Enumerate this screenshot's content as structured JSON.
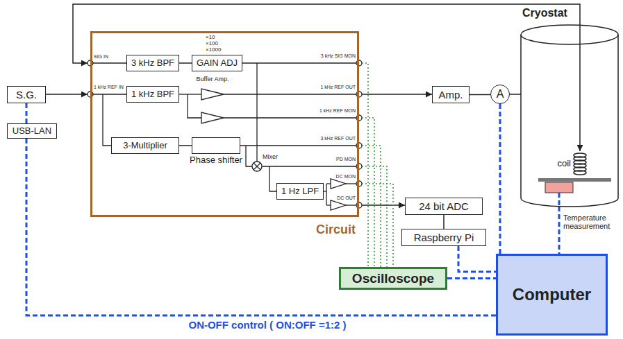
{
  "diagram": {
    "nodes": [
      {
        "text": [
          "Circuit"
        ]
      },
      {
        "text": [
          "3 kHz BPF"
        ],
        "in": 0
      },
      {
        "text": [
          "GAIN ADJ"
        ],
        "in": 0
      },
      {
        "text": [
          "1 kHz BPF"
        ],
        "in": 0
      },
      {
        "text": [
          "3-Multiplier"
        ],
        "in": 0
      },
      {
        "text": [
          "Phase shifter"
        ],
        "in": 0
      },
      {
        "text": [
          "1 Hz LPF"
        ],
        "in": 0
      },
      {
        "text": [
          "S.G."
        ]
      },
      {
        "text": [
          "USB-LAN"
        ]
      },
      {
        "text": [
          "Amp."
        ]
      },
      {
        "text": [
          "A"
        ]
      },
      {
        "text": [
          "Cryostat"
        ]
      },
      {
        "text": [
          "24 bit ADC"
        ]
      },
      {
        "text": [
          "Raspberry Pi"
        ]
      },
      {
        "text": [
          "Oscilloscope"
        ]
      },
      {
        "text": [
          "Computer"
        ]
      }
    ],
    "edges": [
      {
        "from": 7,
        "to": 0,
        "arrow": "to"
      },
      {
        "from": 1,
        "to": 2,
        "arrow": "none"
      },
      {
        "from": 4,
        "to": 5,
        "arrow": "none"
      },
      {
        "from": 0,
        "to": 9,
        "arrow": "to"
      },
      {
        "from": 9,
        "to": 10,
        "arrow": "none"
      },
      {
        "from": 10,
        "to": 11,
        "arrow": "none"
      },
      {
        "from": 11,
        "to": 0,
        "arrow": "both"
      },
      {
        "from": 0,
        "to": 12,
        "arrow": "to"
      },
      {
        "from": 12,
        "to": 13,
        "arrow": "none"
      },
      {
        "from": 0,
        "to": 14,
        "arrow": "none"
      },
      {
        "from": 0,
        "to": 14,
        "arrow": "none"
      },
      {
        "from": 0,
        "to": 14,
        "arrow": "none"
      },
      {
        "from": 0,
        "to": 14,
        "arrow": "none"
      },
      {
        "from": 0,
        "to": 14,
        "arrow": "none"
      },
      {
        "from": 7,
        "to": 8,
        "arrow": "none"
      },
      {
        "from": 8,
        "to": 15,
        "label": "ON-OFF control ( ON:OFF =1:2 )",
        "arrow": "none"
      },
      {
        "from": 13,
        "to": 15,
        "arrow": "none"
      },
      {
        "from": 14,
        "to": 15,
        "arrow": "none"
      },
      {
        "from": 10,
        "to": 15,
        "arrow": "none"
      },
      {
        "from": 11,
        "to": 15,
        "arrow": "none"
      }
    ],
    "labels": [
      "×10",
      "×100",
      "×1000",
      "SIG IN",
      "1 kHz REF IN",
      "Buffer Amp.",
      "3 kHz SIG MON",
      "1 kHz REF OUT",
      "1 kHz REF MON",
      "3 kHz REF OUT",
      "Mixer",
      "PD MON",
      "DC MON",
      "DC OUT",
      "coil",
      "Temperature measurement"
    ]
  }
}
